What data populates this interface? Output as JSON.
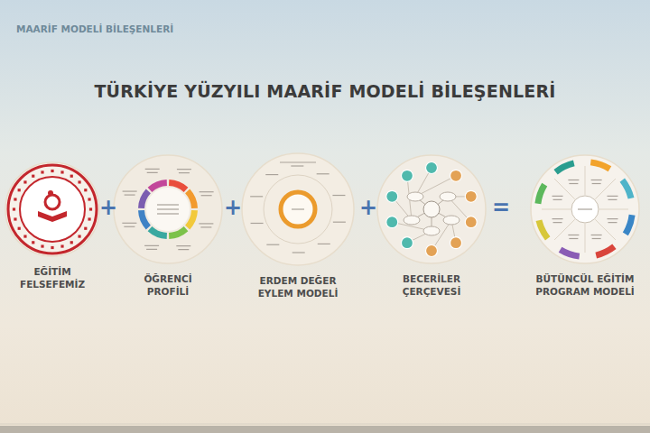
{
  "diagram": {
    "title": "TÜRKİYE YÜZYILI MAARİF MODELİ BİLEŞENLERİ",
    "nodes": [
      {
        "text": [
          "EĞİTİM FELSEFEMİZ"
        ]
      },
      {
        "text": [
          "ÖĞRENCİ PROFİLİ"
        ]
      },
      {
        "text": [
          "ERDEM DEĞER EYLEM MODELİ"
        ]
      },
      {
        "text": [
          "BECERİLER ÇERÇEVESİ"
        ]
      },
      {
        "text": [
          "BÜTÜNCÜL EĞİTİM PROGRAM MODELİ"
        ]
      }
    ],
    "labels": [
      "MAARİF MODELİ BİLEŞENLERİ",
      "+",
      "+",
      "+",
      "="
    ]
  }
}
